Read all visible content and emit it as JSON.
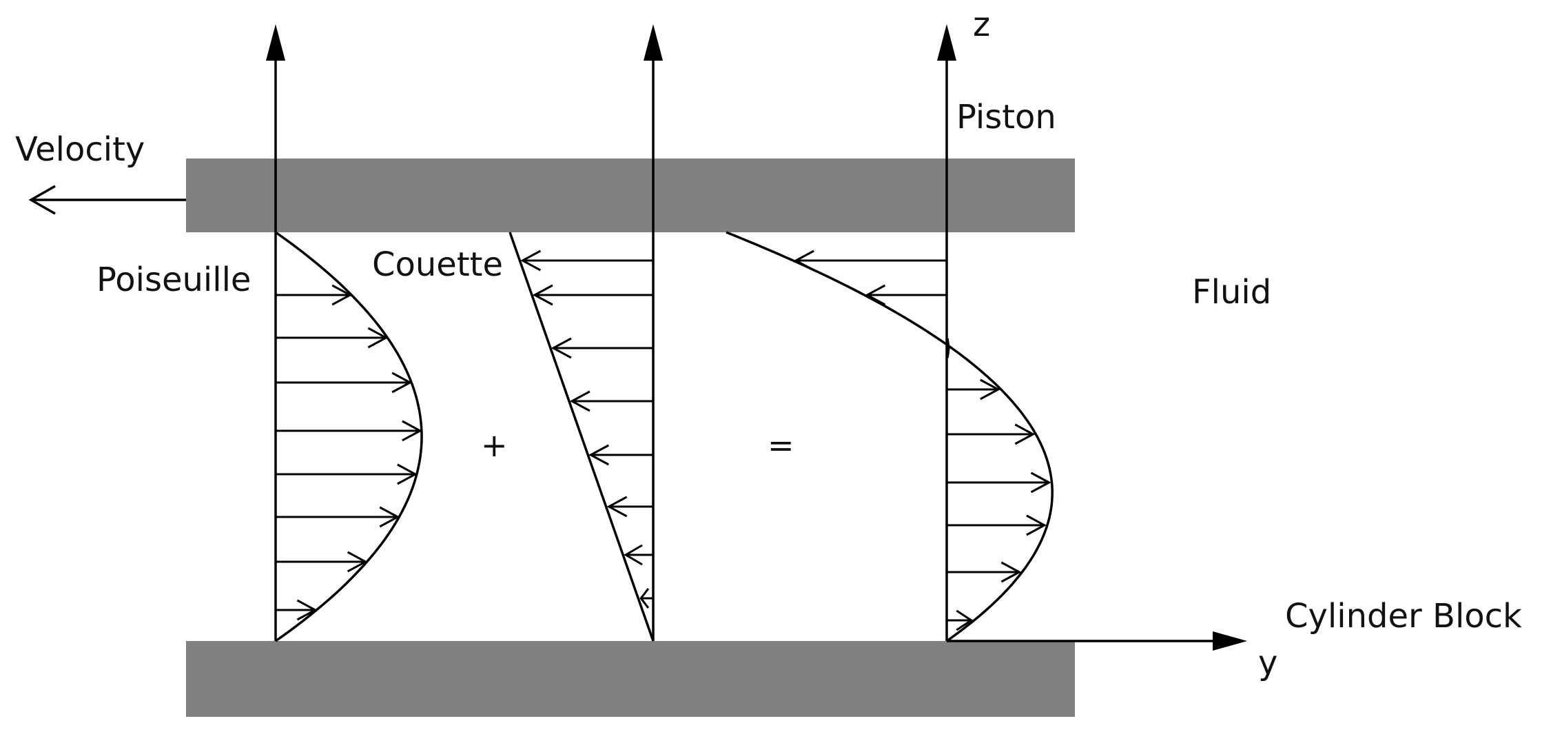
{
  "labels": {
    "velocity": "Velocity",
    "piston": "Piston",
    "z_axis": "z",
    "y_axis": "y",
    "poiseuille": "Poiseuille",
    "couette": "Couette",
    "fluid": "Fluid",
    "cylinder_block": "Cylinder Block",
    "plus": "+",
    "equals": "="
  },
  "colors": {
    "plate": "#808080",
    "line": "#000000",
    "text": "#111111"
  },
  "icons": {
    "velocity_arrow": "left-arrow-icon",
    "z_axis_arrow": "up-arrow-icon",
    "y_axis_arrow": "right-arrow-icon"
  }
}
